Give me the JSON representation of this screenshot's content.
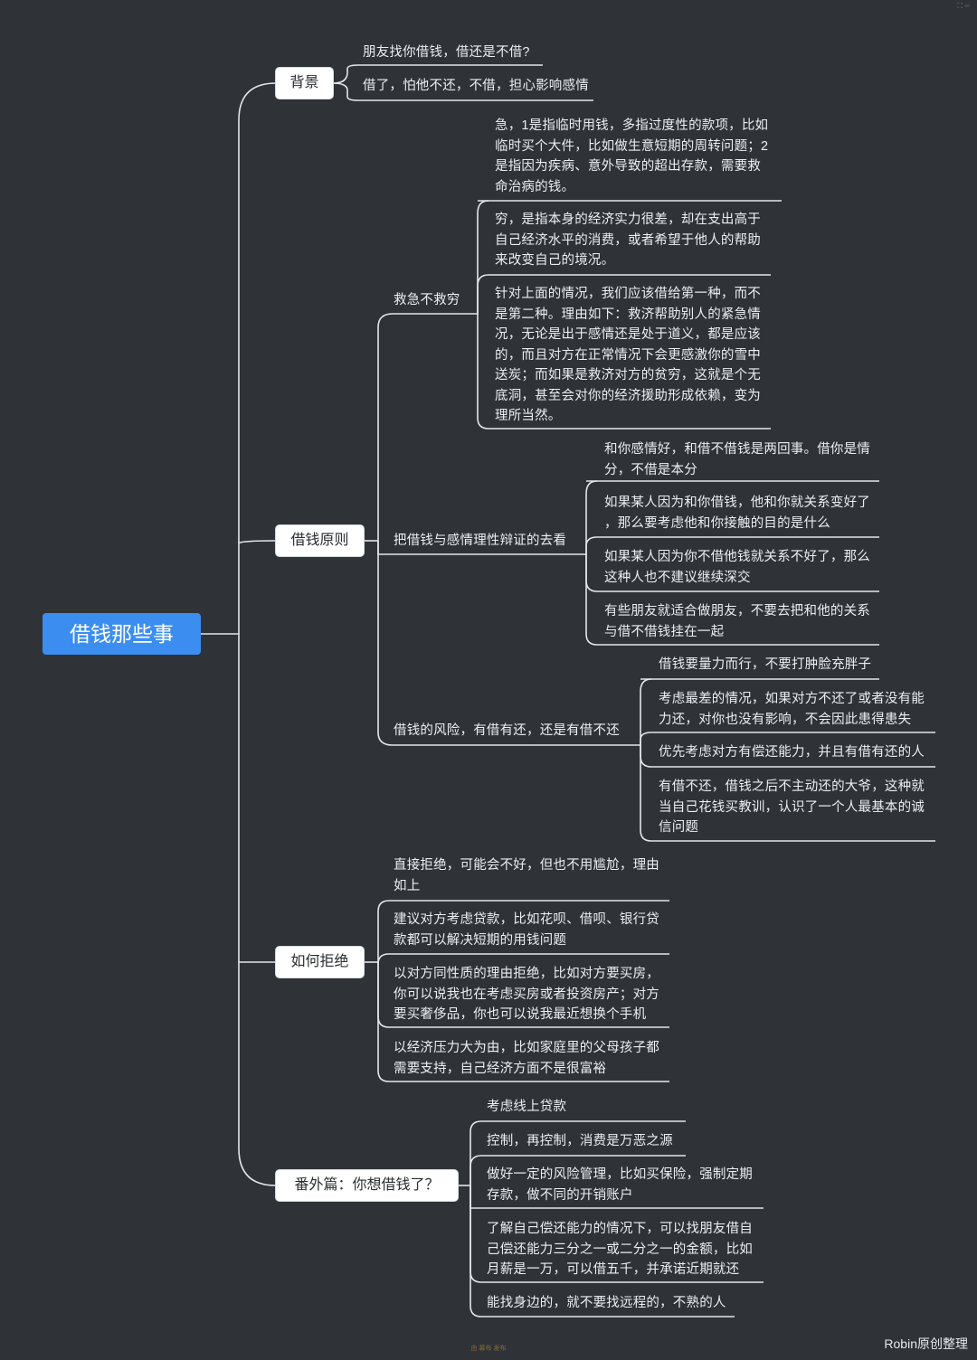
{
  "root": "借钱那些事",
  "branches": {
    "background": "背景",
    "principles": "借钱原则",
    "refuse": "如何拒绝",
    "extra": "番外篇：你想借钱了？"
  },
  "background_items": [
    "朋友找你借钱，借还是不借?",
    "借了，怕他不还，不借，担心影响感情"
  ],
  "principles": {
    "rescue": {
      "label": "救急不救穷",
      "items": [
        "急，1是指临时用钱，多指过度性的款项，比如\n临时买个大件，比如做生意短期的周转问题；2\n是指因为疾病、意外导致的超出存款，需要救\n命治病的钱。",
        "穷，是指本身的经济实力很差，却在支出高于\n自己经济水平的消费，或者希望于他人的帮助\n来改变自己的境况。",
        "针对上面的情况，我们应该借给第一种，而不\n是第二种。理由如下：救济帮助别人的紧急情\n况，无论是出于感情还是处于道义，都是应该\n的，而且对方在正常情况下会更感激你的雪中\n送炭；而如果是救济对方的贫穷，这就是个无\n底洞，甚至会对你的经济援助形成依赖，变为\n理所当然。"
      ]
    },
    "emotion": {
      "label": "把借钱与感情理性辩证的去看",
      "items": [
        "和你感情好，和借不借钱是两回事。借你是情\n分，不借是本分",
        "如果某人因为和你借钱，他和你就关系变好了\n，那么要考虑他和你接触的目的是什么",
        "如果某人因为你不借他钱就关系不好了，那么\n这种人也不建议继续深交",
        "有些朋友就适合做朋友，不要去把和他的关系\n与借不借钱挂在一起"
      ]
    },
    "risk": {
      "label": "借钱的风险，有借有还，还是有借不还",
      "items": [
        "借钱要量力而行，不要打肿脸充胖子",
        "考虑最差的情况，如果对方不还了或者没有能\n力还，对你也没有影响，不会因此患得患失",
        "优先考虑对方有偿还能力，并且有借有还的人",
        "有借不还，借钱之后不主动还的大爷，这种就\n当自己花钱买教训，认识了一个人最基本的诚\n信问题"
      ]
    }
  },
  "refuse_items": [
    "直接拒绝，可能会不好，但也不用尴尬，理由\n如上",
    "建议对方考虑贷款，比如花呗、借呗、银行贷\n款都可以解决短期的用钱问题",
    "以对方同性质的理由拒绝，比如对方要买房，\n你可以说我也在考虑买房或者投资房产；对方\n要买奢侈品，你也可以说我最近想换个手机",
    "以经济压力大为由，比如家庭里的父母孩子都\n需要支持，自己经济方面不是很富裕"
  ],
  "extra_items": [
    "考虑线上贷款",
    "控制，再控制，消费是万恶之源",
    "做好一定的风险管理，比如买保险，强制定期\n存款，做不同的开销账户",
    "了解自己偿还能力的情况下，可以找朋友借自\n己偿还能力三分之一或二分之一的金额，比如\n月薪是一万，可以借五千，并承诺近期就还",
    "能找身边的，就不要找远程的，不熟的人"
  ],
  "watermark": "Robin原创整理",
  "footer": "由 幕布 发布"
}
